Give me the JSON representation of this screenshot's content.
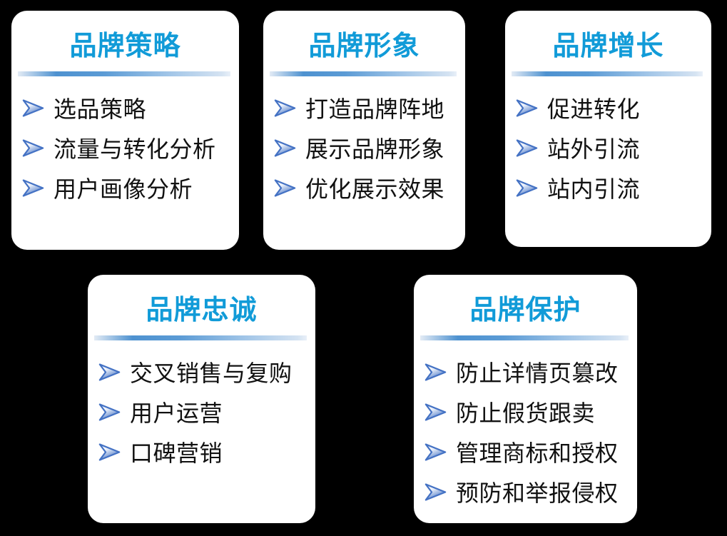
{
  "page": {
    "type": "brand-services-overview-slide"
  },
  "colors": {
    "background": "#000000",
    "card_bg": "#ffffff",
    "title_blue": "#119bd8",
    "arrow_blue": "#4472c4",
    "item_text": "#111111",
    "divider_blue": "#4e92d0",
    "divider_light": "#e3ebf5"
  },
  "icons": {
    "bullet": "arrowhead-right-icon"
  },
  "cards": [
    {
      "id": "brand-strategy",
      "title": "品牌策略",
      "items": [
        "选品策略",
        "流量与转化分析",
        "用户画像分析"
      ]
    },
    {
      "id": "brand-image",
      "title": "品牌形象",
      "items": [
        "打造品牌阵地",
        "展示品牌形象",
        "优化展示效果"
      ]
    },
    {
      "id": "brand-growth",
      "title": "品牌增长",
      "items": [
        "促进转化",
        "站外引流",
        "站内引流"
      ]
    },
    {
      "id": "brand-loyalty",
      "title": "品牌忠诚",
      "items": [
        "交叉销售与复购",
        "用户运营",
        "口碑营销"
      ]
    },
    {
      "id": "brand-protection",
      "title": "品牌保护",
      "items": [
        "防止详情页篡改",
        "防止假货跟卖",
        "管理商标和授权",
        "预防和举报侵权"
      ]
    }
  ]
}
